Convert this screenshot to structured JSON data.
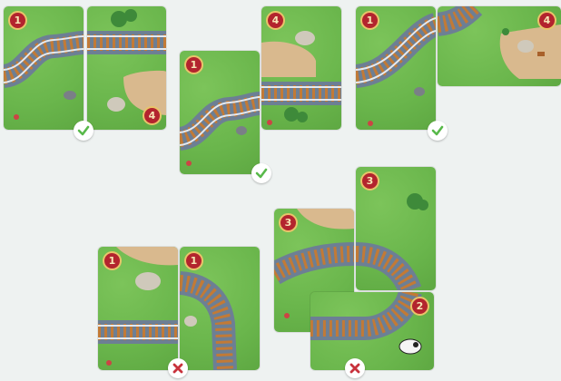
{
  "title": "",
  "examples": [
    {
      "id": "example-1",
      "result": "valid",
      "cards": [
        {
          "number": "1"
        },
        {
          "number": "4"
        }
      ]
    },
    {
      "id": "example-2",
      "result": "valid",
      "cards": [
        {
          "number": "1"
        },
        {
          "number": "4"
        }
      ]
    },
    {
      "id": "example-3",
      "result": "valid",
      "cards": [
        {
          "number": "1"
        },
        {
          "number": "4"
        }
      ]
    },
    {
      "id": "example-4",
      "result": "invalid",
      "cards": [
        {
          "number": "1"
        },
        {
          "number": "1"
        }
      ]
    },
    {
      "id": "example-5",
      "result": "invalid",
      "cards": [
        {
          "number": "3"
        },
        {
          "number": "3"
        },
        {
          "number": "2"
        }
      ]
    }
  ],
  "colors": {
    "grass": "#6ab64c",
    "dirt": "#d9b98e",
    "track_bed": "#6d7f94",
    "sleeper": "#c27a36",
    "rail": "#e4e9ef",
    "badge": "#b3242e",
    "valid": "#58b94a",
    "invalid": "#c8323c"
  },
  "icons": {
    "valid": "check-icon",
    "invalid": "cross-icon",
    "badge": "number-badge-icon",
    "rock": "rock-icon",
    "bush": "bush-icon",
    "cow": "cow-icon",
    "crate": "crate-icon"
  }
}
